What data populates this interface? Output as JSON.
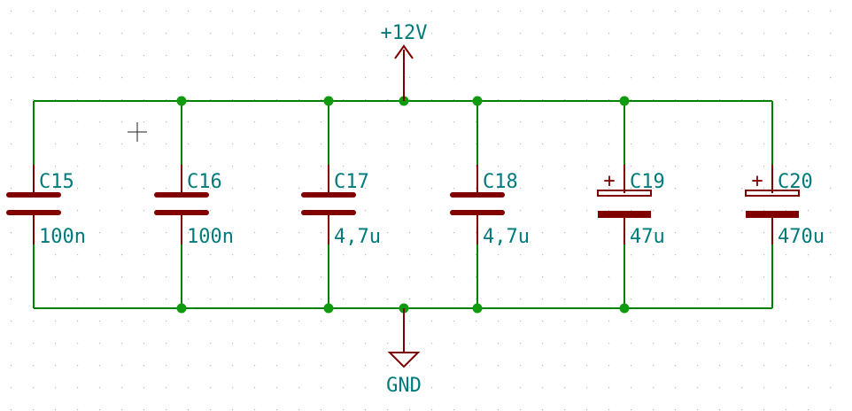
{
  "colors": {
    "background": "#ffffff",
    "grid_dot": "#b8b8b8",
    "wire": "#008200",
    "junction": "#0f9a0f",
    "component": "#800000",
    "label": "#007a7a"
  },
  "power": {
    "top_label": "+12V",
    "bottom_label": "GND"
  },
  "cursor_icon": "crosshair-cursor-icon",
  "capacitors": [
    {
      "ref": "C15",
      "value": "100n",
      "polarized": false
    },
    {
      "ref": "C16",
      "value": "100n",
      "polarized": false
    },
    {
      "ref": "C17",
      "value": "4,7u",
      "polarized": false
    },
    {
      "ref": "C18",
      "value": "4,7u",
      "polarized": false
    },
    {
      "ref": "C19",
      "value": "47u",
      "polarized": true,
      "polarity_mark": "+"
    },
    {
      "ref": "C20",
      "value": "470u",
      "polarized": true,
      "polarity_mark": "+"
    }
  ]
}
